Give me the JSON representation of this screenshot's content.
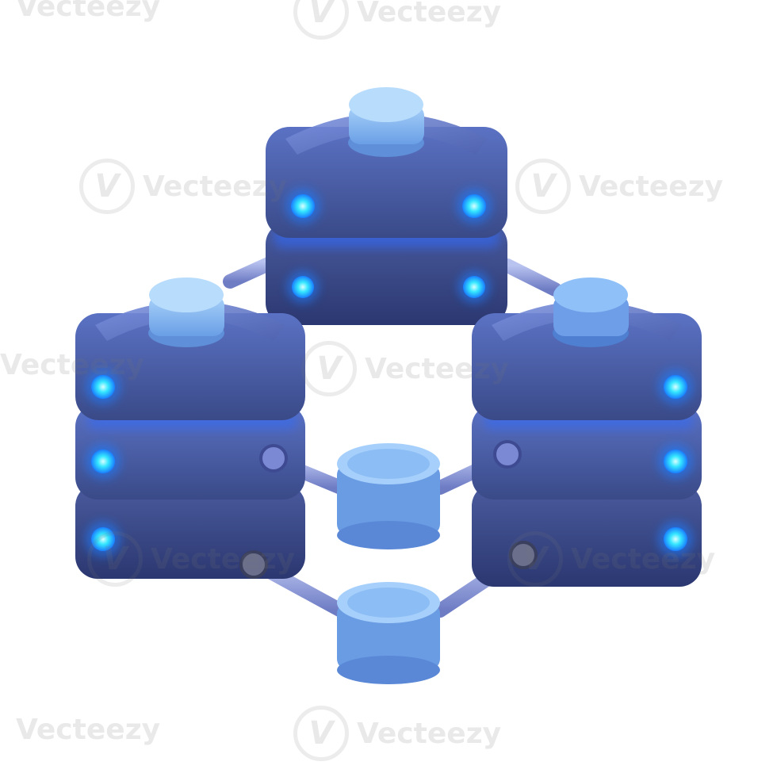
{
  "scene": {
    "subject": "isometric-database-server-network",
    "colors": {
      "background": "#ffffff",
      "server_body": "#4a5fa8",
      "server_light": "#6d83d8",
      "server_dark": "#2f3e78",
      "cap": "#8bbdf0",
      "node": "#7fb0ee",
      "led": "#28e0ff",
      "pipe": "#8e9bd8",
      "glow": "#2f6bff"
    }
  },
  "watermark": {
    "text": "Vecteezy",
    "logo_glyph": "V"
  }
}
